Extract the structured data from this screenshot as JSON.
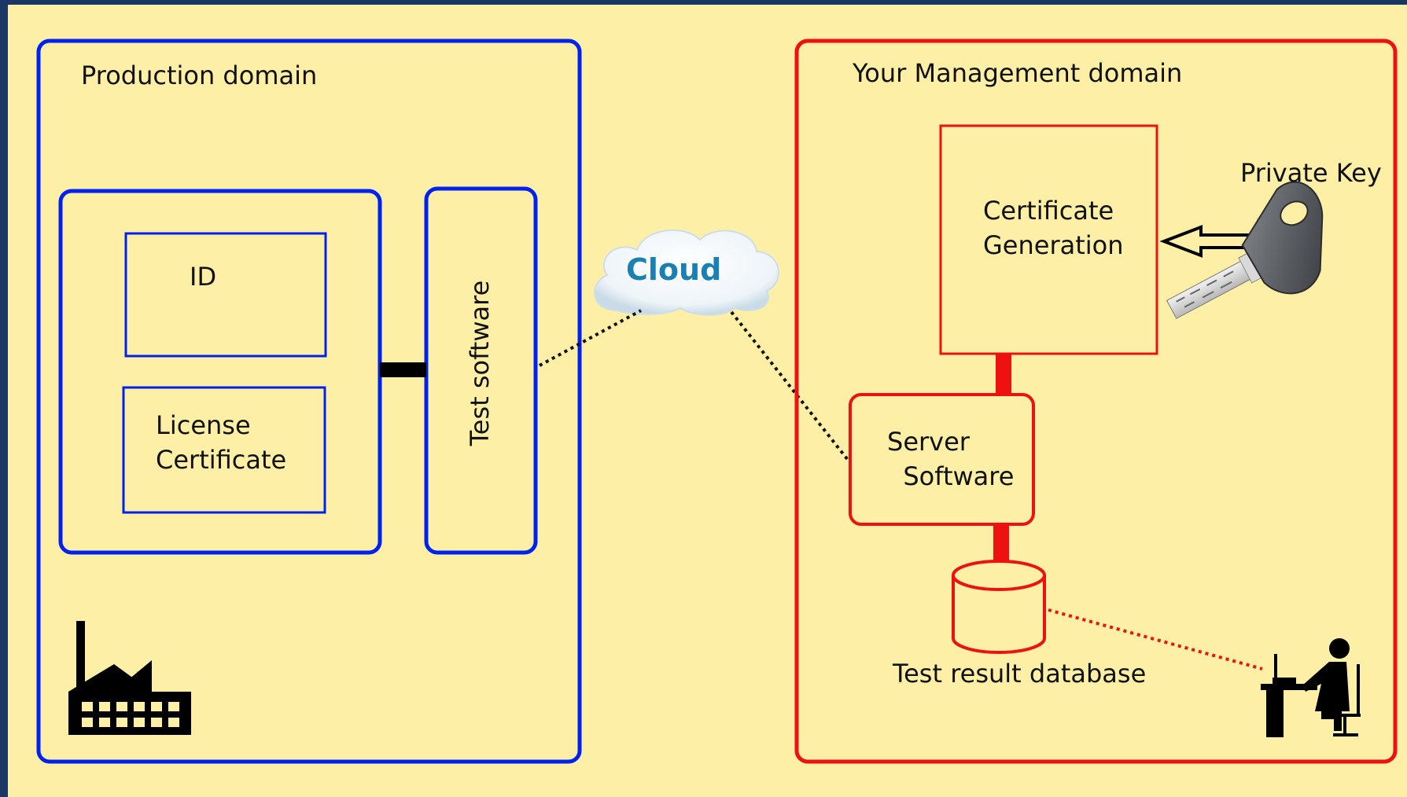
{
  "production_domain": {
    "title": "Production domain",
    "id_label": "ID",
    "license_label": "License\nCertificate",
    "test_software_label": "Test software"
  },
  "cloud": {
    "label": "Cloud"
  },
  "management_domain": {
    "title": "Your Management domain",
    "cert_gen_label": "Certificate\nGeneration",
    "server_label": "Server\n  Software",
    "private_key_label": "Private Key",
    "database_label": "Test result database"
  },
  "colors": {
    "background": "#1b3766",
    "panel": "#fdf0a6",
    "production": "#0022ee",
    "management": "#ee1111",
    "link": "#111111"
  },
  "icons": {
    "factory": "factory-icon",
    "key": "key-icon",
    "cloud": "cloud-icon",
    "database": "database-icon",
    "operator": "operator-at-desk-icon",
    "arrow": "arrow-left-icon"
  }
}
